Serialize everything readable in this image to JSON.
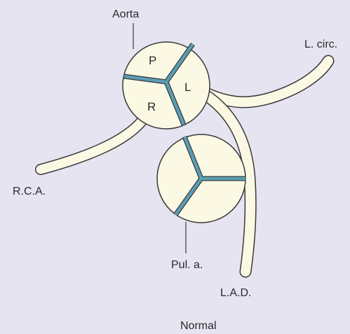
{
  "colors": {
    "background": "#e6e4f1",
    "vessel_fill": "#fbf9e4",
    "outline": "#3a3a3a",
    "commissure": "#5a9db3",
    "text": "#2a2a2a"
  },
  "labels": {
    "aorta": "Aorta",
    "l_circ": "L. circ.",
    "rca": "R.C.A.",
    "pul_a": "Pul. a.",
    "lad": "L.A.D.",
    "caption": "Normal"
  },
  "cusps": {
    "posterior": "P",
    "left": "L",
    "right": "R"
  }
}
